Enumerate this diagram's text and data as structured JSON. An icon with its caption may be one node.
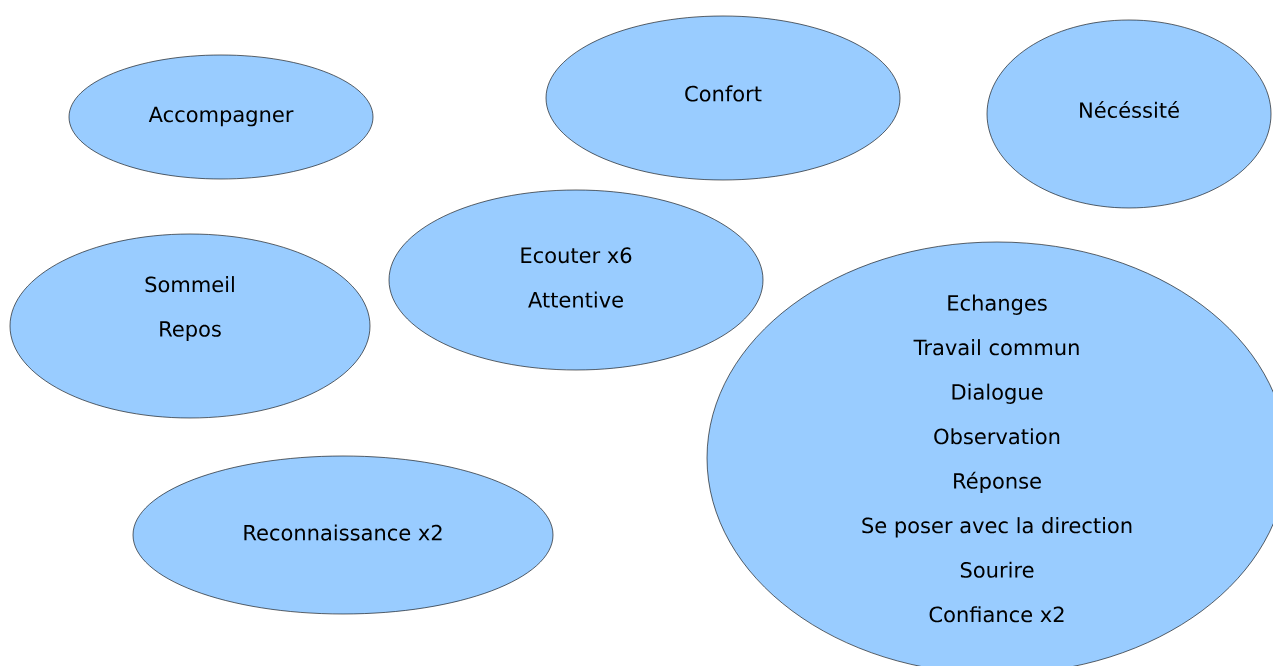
{
  "diagram": {
    "nodes": [
      {
        "text": [
          "Accompagner"
        ]
      },
      {
        "text": [
          "Confort"
        ]
      },
      {
        "text": [
          "Nécéssité"
        ]
      },
      {
        "text": [
          "Sommeil",
          "Repos"
        ]
      },
      {
        "text": [
          "Ecouter x6",
          "Attentive"
        ]
      },
      {
        "text": [
          "Echanges",
          "Travail commun",
          "Dialogue",
          "Observation",
          "Réponse",
          "Se poser avec la direction",
          "Sourire",
          "Confiance x2"
        ]
      },
      {
        "text": [
          "Reconnaissance x2"
        ]
      }
    ]
  }
}
